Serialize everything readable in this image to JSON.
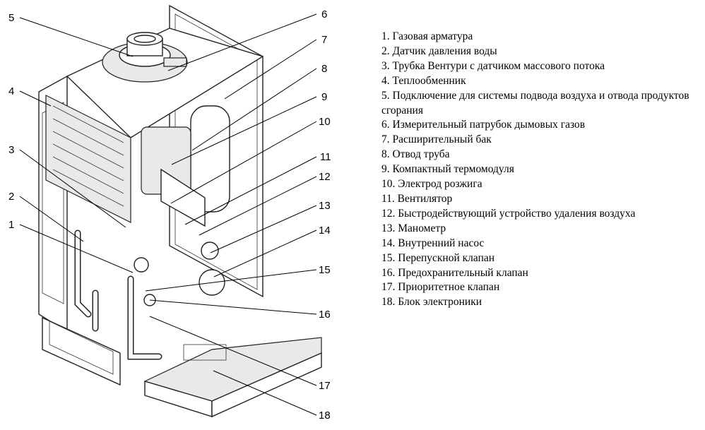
{
  "callouts": [
    "1",
    "2",
    "3",
    "4",
    "5",
    "6",
    "7",
    "8",
    "9",
    "10",
    "11",
    "12",
    "13",
    "14",
    "15",
    "16",
    "17",
    "18"
  ],
  "legend": [
    "1. Газовая арматура",
    "2. Датчик давления воды",
    "3. Трубка Вентури с датчиком массового потока",
    "4. Теплообменник",
    "5. Подключение для системы подвода воздуха и отвода продуктов сгорания",
    "6. Измерительный патрубок дымовых газов",
    "7. Расширительный бак",
    "8. Отвод труба",
    "9. Компактный термомодуля",
    "10. Электрод розжига",
    "11. Вентилятор",
    "12. Быстродействующий устройство удаления воздуха",
    "13. Манометр",
    "14. Внутренний насос",
    "15. Перепускной клапан",
    "16. Предохранительный клапан",
    "17. Приоритетное клапан",
    "18. Блок электроники"
  ]
}
